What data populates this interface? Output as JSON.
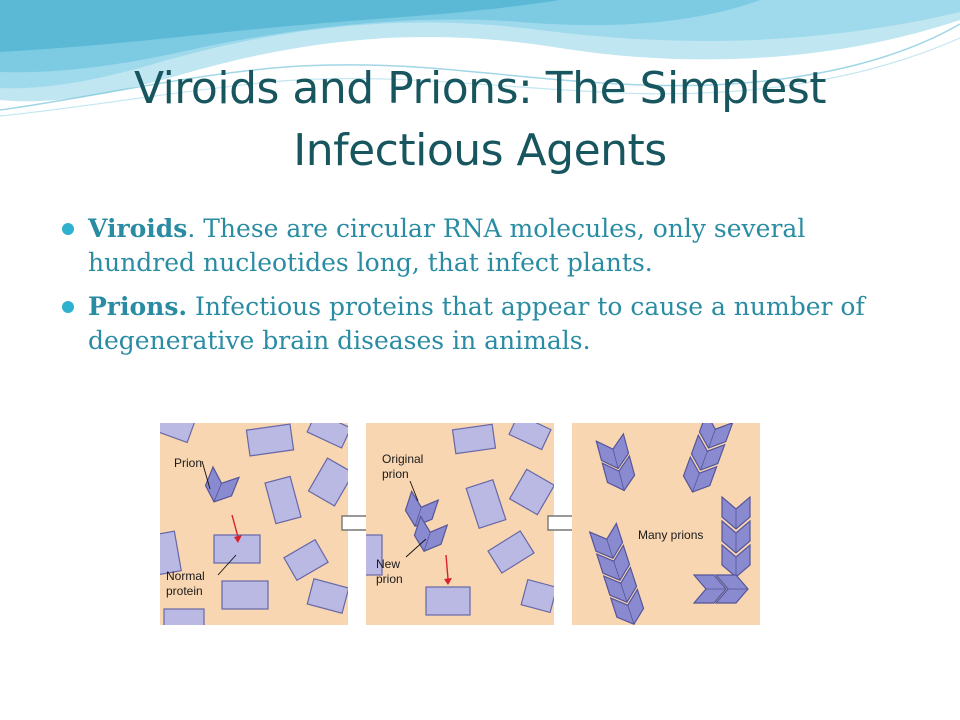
{
  "slide": {
    "title_line1": "Viroids and Prions: The Simplest",
    "title_line2": "Infectious Agents",
    "bullets": [
      {
        "term": "Viroids",
        "term_suffix": ".",
        "text": " These are circular RNA molecules, only several hundred nucleotides long, that infect plants."
      },
      {
        "term": "Prions.",
        "term_suffix": "",
        "text": " Infectious proteins that appear to cause a number of degenerative brain diseases in animals."
      }
    ]
  },
  "diagram": {
    "panel1": {
      "label_prion": "Prion",
      "label_normal_1": "Normal",
      "label_normal_2": "protein"
    },
    "panel2": {
      "label_original_1": "Original",
      "label_original_2": "prion",
      "label_new_1": "New",
      "label_new_2": "prion"
    },
    "panel3": {
      "label_many": "Many prions"
    }
  },
  "colors": {
    "title": "#17565f",
    "body_text": "#2a8ca3",
    "bullet": "#2fb0cf",
    "panel_bg": "#f8d6b1",
    "protein_fill": "#b9b9e4",
    "protein_stroke": "#6767a8",
    "prion_fill": "#8a8ad0",
    "arrow_red": "#d9202a"
  }
}
